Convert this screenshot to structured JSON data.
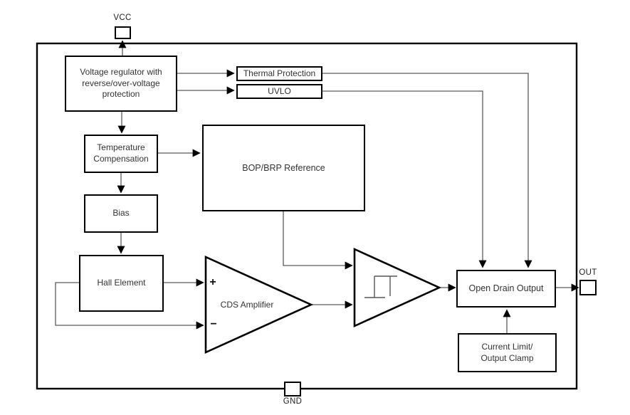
{
  "diagram": {
    "pins": {
      "vcc": "VCC",
      "out": "OUT",
      "gnd": "GND"
    },
    "blocks": {
      "voltage_regulator": "Voltage regulator with\nreverse/over-voltage\nprotection",
      "thermal_protection": "Thermal Protection",
      "uvlo": "UVLO",
      "temperature_compensation": "Temperature\nCompensation",
      "bop_brp_reference": "BOP/BRP Reference",
      "bias": "Bias",
      "hall_element": "Hall Element",
      "cds_amplifier": "CDS Amplifier",
      "cds_plus_input": "+",
      "cds_minus_input": "−",
      "open_drain_output": "Open Drain Output",
      "current_limit": "Current Limit/\nOutput Clamp"
    },
    "colors": {
      "connector": "#5a5a5a",
      "outline": "#000000",
      "text": "#333333",
      "background": "#ffffff"
    }
  }
}
